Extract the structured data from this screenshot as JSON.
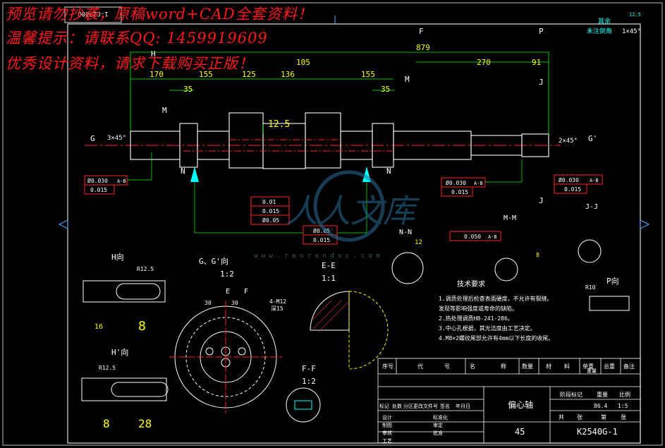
{
  "watermark": {
    "line1": "预览请勿抄袭，原稿word+CAD全套资料！",
    "line2": "温馨提示：请联系QQ: 1459919609",
    "line3": "优秀设计资料，请求下载购买正版！"
  },
  "site_watermark": {
    "brand": "人人文库",
    "url": "w w w . r e n r e n d o c . c o m"
  },
  "drawing_no_box": "1-C2540G",
  "roughness_note": {
    "label_a": "其余",
    "label_b": "未注倒角",
    "value_a": "12.5",
    "value_b": "1×45°"
  },
  "section_marks": {
    "F": "F",
    "P": "P",
    "H": "H",
    "M": "M",
    "J": "J",
    "N": "N",
    "G": "G",
    "G2": "G'"
  },
  "dims": {
    "overall": "879",
    "d270": "270",
    "d91": "91",
    "d170": "170",
    "d155a": "155",
    "d125": "125",
    "d136": "136",
    "d105": "105",
    "d155b": "155",
    "d35a": "35",
    "d35b": "35",
    "d12_5": "12.5",
    "chamfer_left": "3×45°",
    "chamfer_right": "2×45°"
  },
  "tolerances": {
    "left1": "Ø0.030",
    "left1_ref": "A-B",
    "left2": "0.015",
    "mid1": "0.01",
    "mid2": "0.015",
    "mid3": "Ø0.05",
    "center1": "Ø0.05",
    "center2": "0.015",
    "r1": "Ø0.030",
    "r1_ref": "A-B",
    "r2": "0.015",
    "far1": "Ø0.030",
    "far1_ref": "A-B",
    "far2": "0.015",
    "m_sym": "0.050",
    "m_ref": "A-B"
  },
  "views": {
    "h_view": "H向",
    "h2_view": "H'向",
    "gg_view": "G、G'向",
    "gg_scale": "1:2",
    "ee_view": "E-E",
    "ee_scale": "1:1",
    "ff_view": "F-F",
    "ff_scale": "1:2",
    "nn_view": "N-N",
    "mm_view": "M-M",
    "jj_view": "J-J",
    "p_view": "P向",
    "r12_5a": "R12.5",
    "r12_5b": "R12.5",
    "h_dim1": "16",
    "h_dim2": "8",
    "h2_dim1": "8",
    "h2_dim2": "28",
    "gg_d1": "30",
    "gg_d2": "30",
    "gg_hole": "4-M12",
    "gg_depth": "深15",
    "nn_dim": "12",
    "mm_dim": "8",
    "r10": "R10",
    "e_mark": "E",
    "f_mark": "F"
  },
  "tech_req": {
    "title": "技术要求",
    "items": [
      "1.调质处理后检查表面硬度，不允许有裂缝。",
      "  发现等影响强度或寿命的缺陷。",
      "2.热处理调质HB-241-286。",
      "3.中心孔根据，其光洁度由工艺决定。",
      "4.M8×2螺纹尾部允许有4mm以下长度的收尾。"
    ]
  },
  "title_block": {
    "headers": [
      "序号",
      "代",
      "号",
      "名",
      "称",
      "数量",
      "材",
      "料",
      "单重",
      "总重",
      "备注"
    ],
    "headers_sub": [
      "重量"
    ],
    "part_name": "偏心轴",
    "material": "45",
    "drawing_no": "K2540G-1",
    "rows": [
      "标记",
      "处数",
      "分区",
      "更改文件号",
      "签名",
      "年月日"
    ],
    "roles": [
      "设计",
      "制图",
      "审核",
      "工艺"
    ],
    "roles_b": [
      "标准化",
      "审定",
      "批准"
    ],
    "stage": [
      "阶段标记",
      "重量",
      "比例"
    ],
    "weight": "86.4",
    "scale": "1:5",
    "sheets": [
      "共",
      "张",
      "第",
      "张"
    ]
  }
}
